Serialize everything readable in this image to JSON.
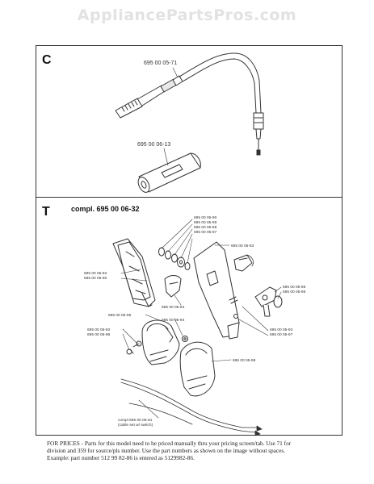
{
  "watermark": "AppliancePartsPros.com",
  "section_c": {
    "letter": "C",
    "part_cable": "695 00 05-71",
    "part_handle": "695 00 06-13"
  },
  "section_t": {
    "letter": "T",
    "title": "compl. 695 00 06-32",
    "labels": {
      "p90": "695 00 05-90",
      "p89": "695 00 05-89",
      "p88": "695 00 05-88",
      "p87": "695 00 05-87",
      "p83": "695 00 05-83",
      "p82": "695 00 05-82",
      "p80": "695 00 05-80",
      "p85": "695 00 05-85",
      "p86": "695 00 05-86",
      "p84": "695 00 05-84",
      "p95": "695 00 05-95",
      "p94": "695 00 05-94",
      "p93": "695 00 05-93",
      "p97": "695 00 05-97",
      "p92": "695 00 05-92",
      "p96": "695 00 05-96",
      "p98": "695 00 05-98",
      "compl_line1": "compl 695 00 05-81",
      "compl_line2": "(cable set w/ switch)"
    }
  },
  "footer": {
    "line1": "FOR PRICES - Parts for this model need to be priced manually thru your pricing screen/tab.  Use 71 for",
    "line2": "division and 359 for source/pls number.  Use the part numbers as shown on the image without spaces.",
    "line3": "Example: part number 512 99 82-86 is entered as 5129982-86."
  }
}
